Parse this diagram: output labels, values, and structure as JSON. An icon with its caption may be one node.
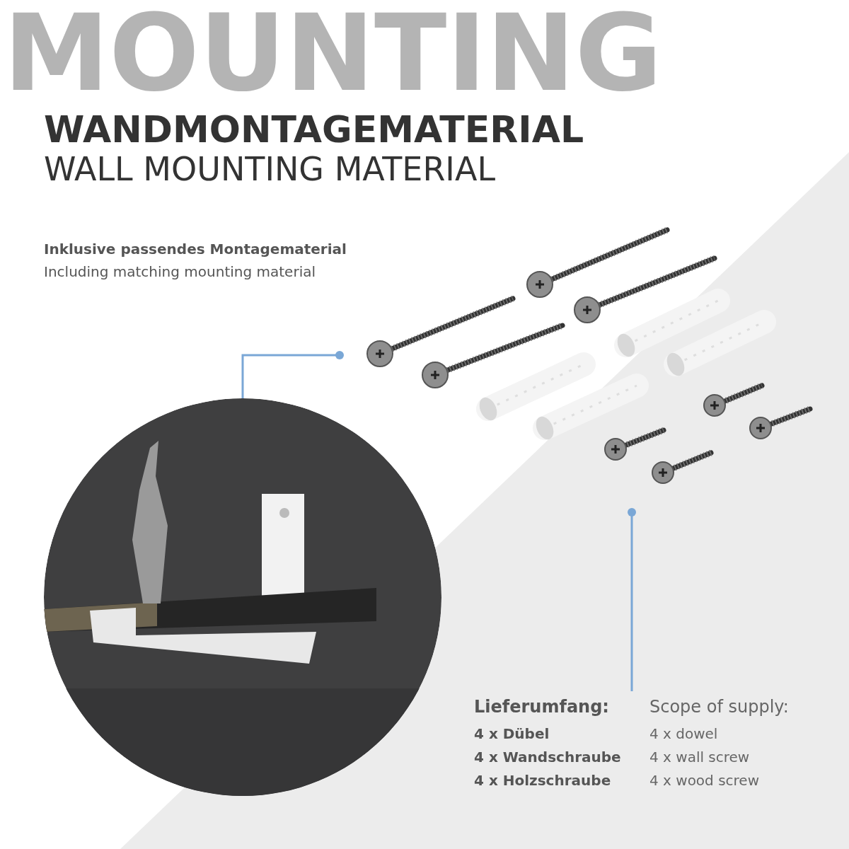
{
  "diagram": {
    "title": "WANDMONTAGEMATERIAL",
    "nodes": [
      {
        "text": [],
        "shape": "picture"
      },
      {
        "text": [],
        "shape": "picture"
      },
      {
        "text": [
          "Lieferumfang:",
          "4 x Dübel",
          "4 x Wandschraube",
          "4 x Holzschraube",
          "Scope of supply:",
          "4 x dowel",
          "4 x wall screw",
          "4 x wood screw"
        ]
      }
    ],
    "edges": [
      {
        "from": 0,
        "to": 1,
        "arrow": "other"
      },
      {
        "from": 2,
        "to": 1,
        "arrow": "other"
      }
    ],
    "labels": [
      "MOUNTING",
      "WALL MOUNTING MATERIAL",
      "Inklusive passendes Montagematerial",
      "Including matching mounting material"
    ]
  }
}
